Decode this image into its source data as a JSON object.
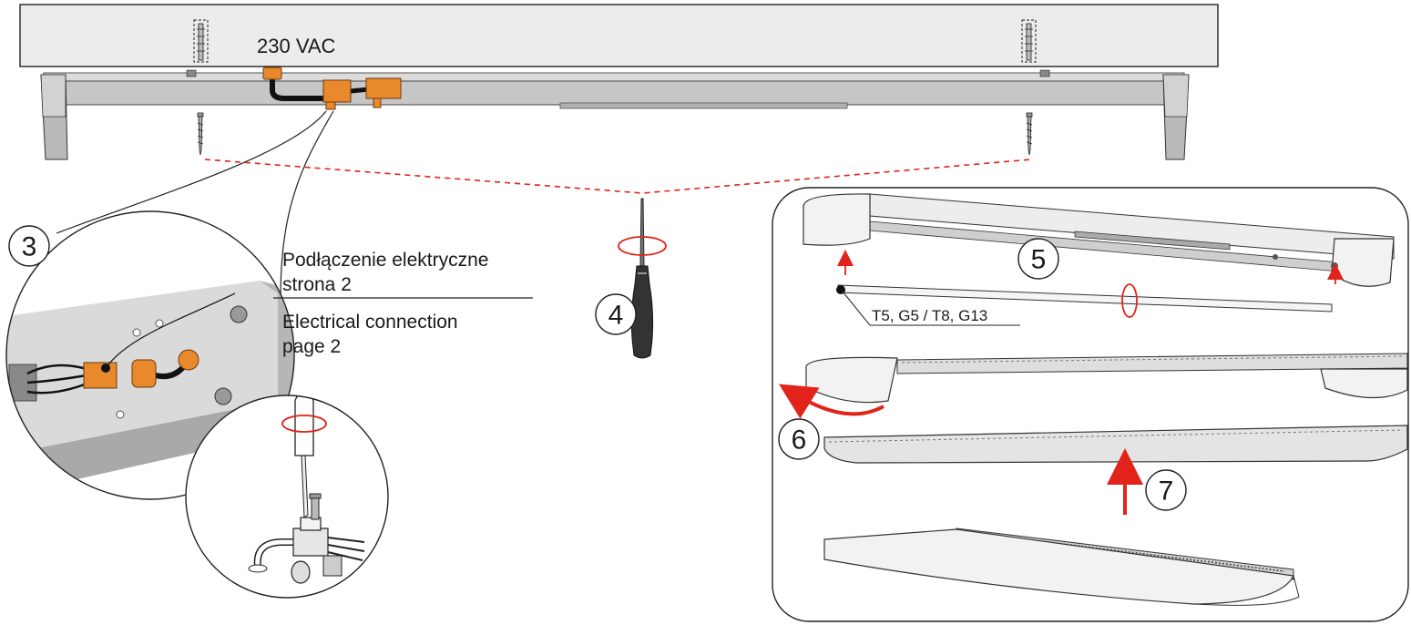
{
  "labels": {
    "voltage": "230 VAC",
    "step3": "3",
    "step4": "4",
    "step5": "5",
    "step6": "6",
    "step7": "7",
    "connection_pl_line1": "Podłączenie elektryczne",
    "connection_pl_line2": "strona 2",
    "connection_en_line1": "Electrical connection",
    "connection_en_line2": "page 2",
    "lamp_types": "T5, G5 / T8, G13"
  },
  "colors": {
    "accent": "#e2231a",
    "connector": "#e8892b",
    "ceiling": "#ececec",
    "body": "#c6c6c6"
  }
}
